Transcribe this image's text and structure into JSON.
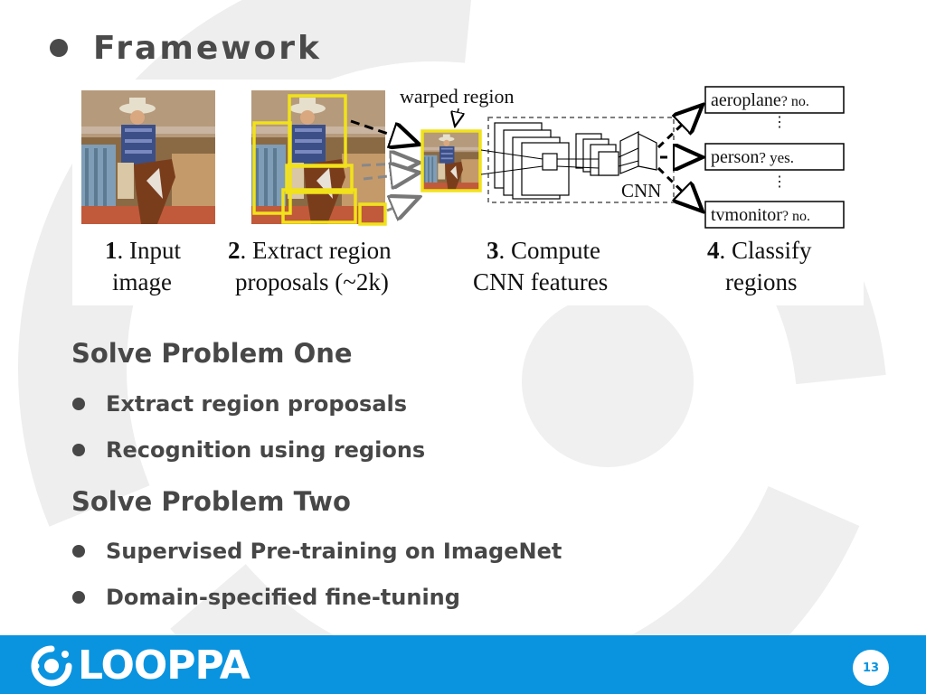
{
  "slide": {
    "title": "Framework",
    "figure": {
      "warped_label": "warped region",
      "cnn_label": "CNN",
      "outputs": [
        {
          "cls": "aeroplane",
          "ans": "? no."
        },
        {
          "cls": "person",
          "ans": "? yes."
        },
        {
          "cls": "tvmonitor",
          "ans": "? no."
        }
      ],
      "steps": [
        {
          "num": "1",
          "line1": ". Input",
          "line2": "image"
        },
        {
          "num": "2",
          "line1": ". Extract region",
          "line2": "proposals (~2k)"
        },
        {
          "num": "3",
          "line1": ". Compute",
          "line2": "CNN features"
        },
        {
          "num": "4",
          "line1": ". Classify",
          "line2": "regions"
        }
      ]
    },
    "sections": [
      {
        "heading": "Solve Problem One",
        "bullets": [
          "Extract region proposals",
          "Recognition using regions"
        ]
      },
      {
        "heading": "Solve Problem Two",
        "bullets": [
          "Supervised Pre-training on ImageNet",
          "Domain-specified fine-tuning"
        ]
      }
    ]
  },
  "footer": {
    "logo_text": "LOOPPA",
    "page_number": "13",
    "bar_color": "#0a94e0"
  }
}
